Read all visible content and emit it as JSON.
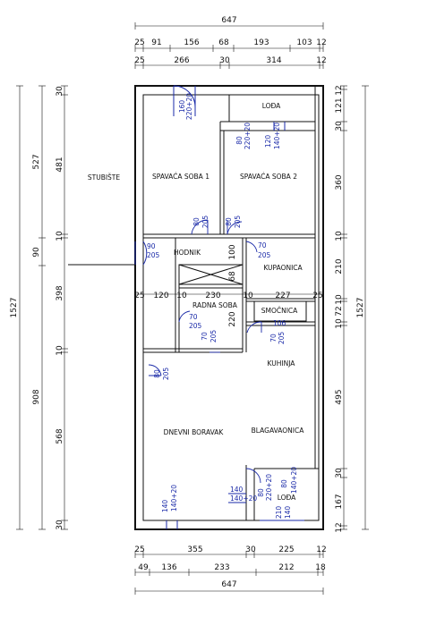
{
  "dimensions": {
    "top_total": "647",
    "top_row1": [
      "25",
      "91",
      "156",
      "68",
      "193",
      "103",
      "12"
    ],
    "top_row2": [
      "25",
      "266",
      "30",
      "314",
      "12"
    ],
    "bottom_row1": [
      "25",
      "355",
      "30",
      "225",
      "12"
    ],
    "bottom_row2": [
      "49",
      "136",
      "233",
      "212",
      "18"
    ],
    "bottom_total": "647",
    "left_outer": "1527",
    "left_mid": [
      "527",
      "90",
      "908"
    ],
    "left_inner": [
      "30",
      "481",
      "10",
      "398",
      "10",
      "568",
      "30"
    ],
    "right_outer": "1527",
    "right_inner": [
      "12",
      "121",
      "30",
      "360",
      "10",
      "210",
      "10",
      "72",
      "10",
      "495",
      "30",
      "167",
      "12"
    ],
    "interior": [
      "25",
      "120",
      "10",
      "230",
      "10",
      "227",
      "25",
      "100",
      "68",
      "220"
    ]
  },
  "rooms": {
    "stubiste": "STUBIŠTE",
    "spavaca1": "SPAVAĆA SOBA 1",
    "spavaca2": "SPAVAĆA SOBA 2",
    "lodja_top": "LOĐA",
    "hodnik": "HODNIK",
    "kupaonica": "KUPAONICA",
    "radna_soba": "RADNA SOBA",
    "smocnica": "SMOČNICA",
    "kuhinja": "KUHINJA",
    "dnevni": "DNEVNI BORAVAK",
    "blagavaonica": "BLAGAVAONICA",
    "lodja_bottom": "LOĐA"
  },
  "openings": {
    "top_window_a": "160",
    "top_window_b": "220+20",
    "lodja_door_a": "120",
    "lodja_door_b": "140+20",
    "bed2_door_a": "80",
    "bed2_door_b": "220+20",
    "bed1_door_a": "80",
    "bed1_door_b": "205",
    "bed2_int_door_a": "80",
    "bed2_int_door_b": "205",
    "entry_door_a": "90",
    "entry_door_b": "205",
    "bath_door_a": "70",
    "bath_door_b": "205",
    "study_door_a": "70",
    "study_door_b": "205",
    "study_door2_a": "70",
    "study_door2_b": "205",
    "pantry_door_a": "106",
    "pantry_door_v_a": "70",
    "pantry_door_v_b": "205",
    "living_door_a": "80",
    "living_door_b": "205",
    "living_window_a": "140",
    "living_window_b": "140+20",
    "lodja2_door_a": "140",
    "lodja2_door_b": "140+20",
    "lodja2_v1_a": "80",
    "lodja2_v1_b": "220+20",
    "lodja2_v2_a": "80",
    "lodja2_v2_b": "140+20",
    "lodja2_v3_a": "210",
    "lodja2_v3_b": "140"
  }
}
